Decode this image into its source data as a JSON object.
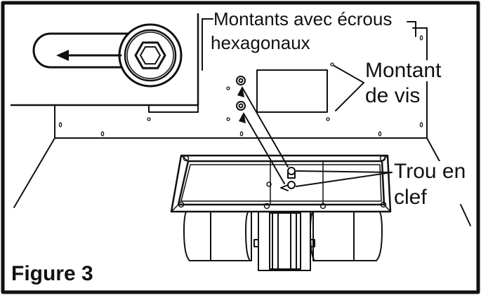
{
  "labels": {
    "studs_with_nuts_line1": "Montants avec écrous",
    "studs_with_nuts_line2": "hexagonaux",
    "screw_stud_line1": "Montant",
    "screw_stud_line2": "de vis",
    "keyhole_line1": "Trou en",
    "keyhole_line2": "clef",
    "figure_title": "Figure 3"
  },
  "colors": {
    "ink": "#111111",
    "paper": "#ffffff"
  },
  "icons": [
    "hex-nut-icon",
    "arrow-left-icon"
  ]
}
